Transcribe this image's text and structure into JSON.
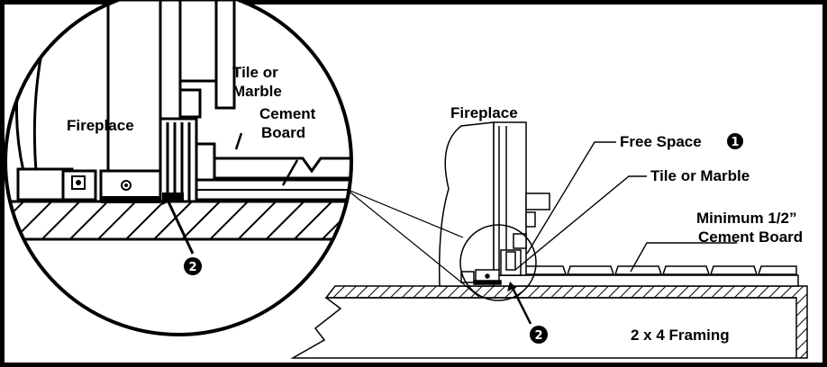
{
  "labels": {
    "zoom_fireplace": "Fireplace",
    "zoom_tile": "Tile or\nMarble",
    "zoom_cement": "Cement\nBoard",
    "main_fireplace": "Fireplace",
    "free_space": "Free Space",
    "tile_marble": "Tile or Marble",
    "min_cement": "Minimum 1/2”\nCement Board",
    "framing": "2 x 4 Framing"
  },
  "markers": {
    "free_space_marker": "1",
    "zoom_marker": "2",
    "main_marker": "2"
  },
  "colors": {
    "ink": "#000000",
    "paper": "#ffffff"
  }
}
